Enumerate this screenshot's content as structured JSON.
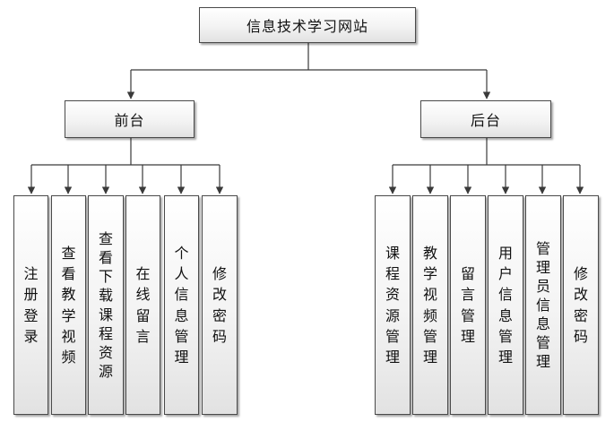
{
  "root": {
    "label": "信息技术学习网站"
  },
  "frontend": {
    "label": "前台",
    "children": [
      "注册登录",
      "查看教学视频",
      "查看下载课程资源",
      "在线留言",
      "个人信息管理",
      "修改密码"
    ]
  },
  "backend": {
    "label": "后台",
    "children": [
      "课程资源管理",
      "教学视频管理",
      "留言管理",
      "用户信息管理",
      "管理员信息管理",
      "修改密码"
    ]
  },
  "colors": {
    "line": "#3a3a3a",
    "border": "#4a4a4a",
    "fill_top": "#ffffff",
    "fill_bottom": "#e2e2e2"
  }
}
